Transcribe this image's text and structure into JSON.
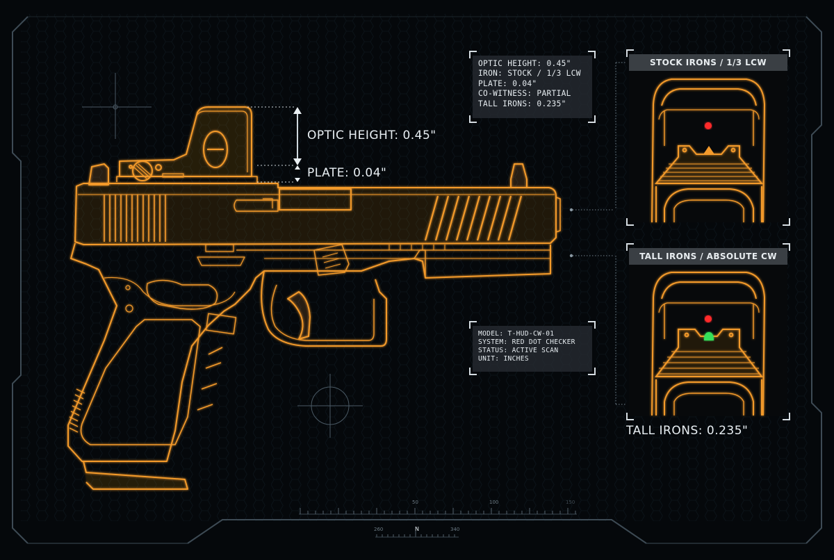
{
  "callouts": {
    "optic_height": "OPTIC HEIGHT: 0.45\"",
    "plate": "PLATE: 0.04\"",
    "tall_irons": "TALL IRONS: 0.235\""
  },
  "spec_panel": {
    "lines": [
      "OPTIC HEIGHT: 0.45\"",
      "IRON: STOCK / 1/3 LCW",
      "PLATE: 0.04\"",
      "CO-WITNESS: PARTIAL",
      "TALL IRONS: 0.235\""
    ]
  },
  "system_panel": {
    "lines": [
      "MODEL: T-HUD-CW-01",
      "SYSTEM: RED DOT CHECKER",
      "STATUS: ACTIVE SCAN",
      "UNIT: INCHES"
    ]
  },
  "views": [
    {
      "title": "STOCK IRONS / 1/3 LCW",
      "dot_color": "#ff2a2a",
      "front_post_color": "#f29a2e"
    },
    {
      "title": "TALL IRONS / ABSOLUTE CW",
      "dot_color": "#ff2a2a",
      "front_post_color": "#35e05a"
    }
  ],
  "scale": {
    "top_ticks": [
      "50",
      "100",
      "150"
    ],
    "compass": [
      "260",
      "N",
      "340"
    ]
  },
  "colors": {
    "accent": "#f29a2e",
    "hud_line": "#4a5964",
    "panel_bg": "#262c32",
    "red_dot": "#ff2a2a",
    "green_post": "#35e05a"
  },
  "icons": {
    "gun": "pistol-blueprint-icon",
    "optic": "red-dot-optic-icon",
    "crosshair": "crosshair-icon"
  }
}
